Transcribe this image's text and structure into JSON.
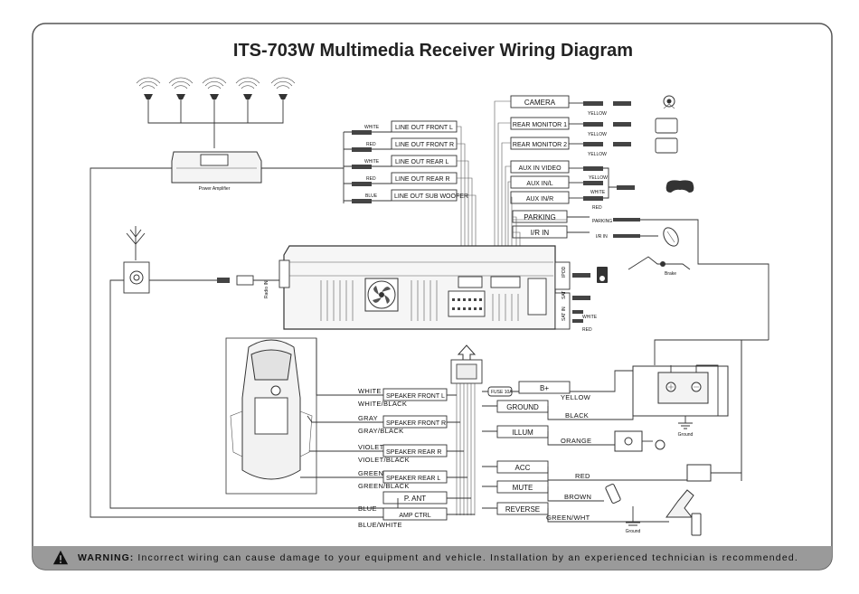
{
  "title": "ITS-703W Multimedia Receiver Wiring Diagram",
  "warning": {
    "label": "WARNING:",
    "text": "Incorrect wiring can cause damage to your equipment and vehicle. Installation by an experienced technician is recommended."
  },
  "power_amp_label": "Power Amplifier",
  "line_outs": [
    {
      "color": "WHITE",
      "label": "LINE OUT FRONT L"
    },
    {
      "color": "RED",
      "label": "LINE OUT FRONT R"
    },
    {
      "color": "WHITE",
      "label": "LINE OUT REAR L"
    },
    {
      "color": "RED",
      "label": "LINE OUT REAR R"
    },
    {
      "color": "BLUE",
      "label": "LINE OUT SUB WOOFER"
    }
  ],
  "video": [
    {
      "label": "CAMERA",
      "cable": "YELLOW",
      "icon": "camera-icon"
    },
    {
      "label": "REAR MONITOR 1",
      "cable": "YELLOW",
      "icon": "monitor-icon"
    },
    {
      "label": "REAR MONITOR 2",
      "cable": "YELLOW",
      "icon": "monitor-icon"
    }
  ],
  "aux": [
    {
      "label": "AUX IN VIDEO",
      "cable": "YELLOW"
    },
    {
      "label": "AUX IN/L",
      "cable": "WHITE"
    },
    {
      "label": "AUX IN/R",
      "cable": "RED"
    }
  ],
  "parking": {
    "label": "PARKING",
    "wire": "PARKING"
  },
  "ir_in": {
    "label": "I/R IN",
    "wire": "I/R IN"
  },
  "side_ports": {
    "ipod": "IPOD",
    "sat": "SAT",
    "sat_in": "SAT IN",
    "white": "WHITE",
    "red": "RED"
  },
  "antenna_label": "Radio IN",
  "speakers": [
    {
      "label": "SPEAKER FRONT L",
      "plus": "WHITE",
      "minus": "WHITE/BLACK"
    },
    {
      "label": "SPEAKER FRONT R",
      "plus": "GRAY",
      "minus": "GRAY/BLACK"
    },
    {
      "label": "SPEAKER REAR R",
      "plus": "VIOLET",
      "minus": "VIOLET/BLACK"
    },
    {
      "label": "SPEAKER REAR L",
      "plus": "GREEN",
      "minus": "GREEN/BLACK"
    }
  ],
  "pant": {
    "label": "P. ANT",
    "wire": "BLUE"
  },
  "ampctrl": {
    "label": "AMP CTRL",
    "wire": "BLUE/WHITE"
  },
  "power": [
    {
      "label": "B+",
      "wire": "YELLOW"
    },
    {
      "label": "GROUND",
      "wire": "BLACK"
    },
    {
      "label": "ILLUM",
      "wire": "ORANGE"
    },
    {
      "label": "ACC",
      "wire": "RED"
    },
    {
      "label": "MUTE",
      "wire": "BROWN"
    },
    {
      "label": "REVERSE",
      "wire": "GREEN/WHT"
    }
  ],
  "fuse_label": "FUSE 10A",
  "ground_label": "Ground",
  "brake_label": "Brake"
}
